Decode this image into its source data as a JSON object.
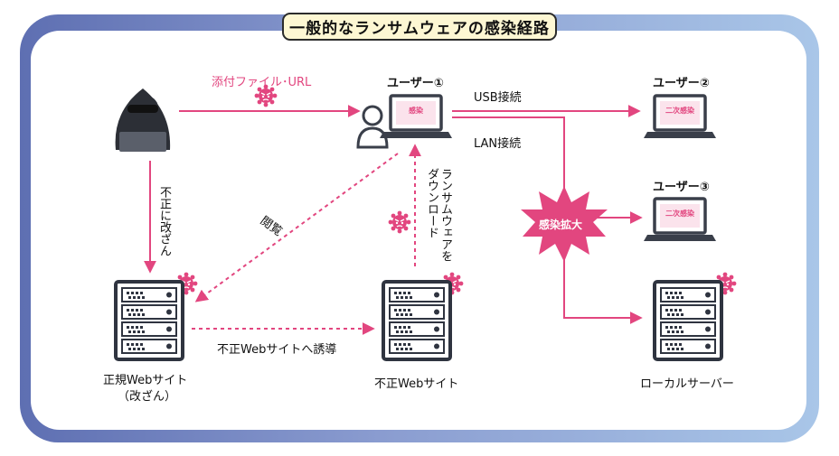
{
  "title": "一般的なランサムウェアの感染経路",
  "labels": {
    "attachment": "添付ファイル･URL",
    "user1": "ユーザー①",
    "user2": "ユーザー②",
    "user3": "ユーザー③",
    "usb": "USB接続",
    "lan": "LAN接続",
    "tamper": "不正に改ざん",
    "browse": "閲覧",
    "download": "ランサムウェアを\nダウンロード",
    "spread": "感染拡大",
    "redirect": "不正Webサイトへ誘導",
    "legit_site_line1": "正規Webサイト",
    "legit_site_line2": "（改ざん）",
    "malicious_site": "不正Webサイト",
    "local_server": "ローカルサーバー"
  },
  "screens": {
    "user1": "感染",
    "user2": "二次感染",
    "user3": "二次感染"
  },
  "colors": {
    "accent": "#e2467f",
    "frame": "#7f92c9",
    "title_bg": "#fdf7d3"
  },
  "icons": [
    "hacker-icon",
    "virus-icon",
    "user-icon",
    "laptop-icon",
    "server-icon",
    "burst-icon"
  ]
}
